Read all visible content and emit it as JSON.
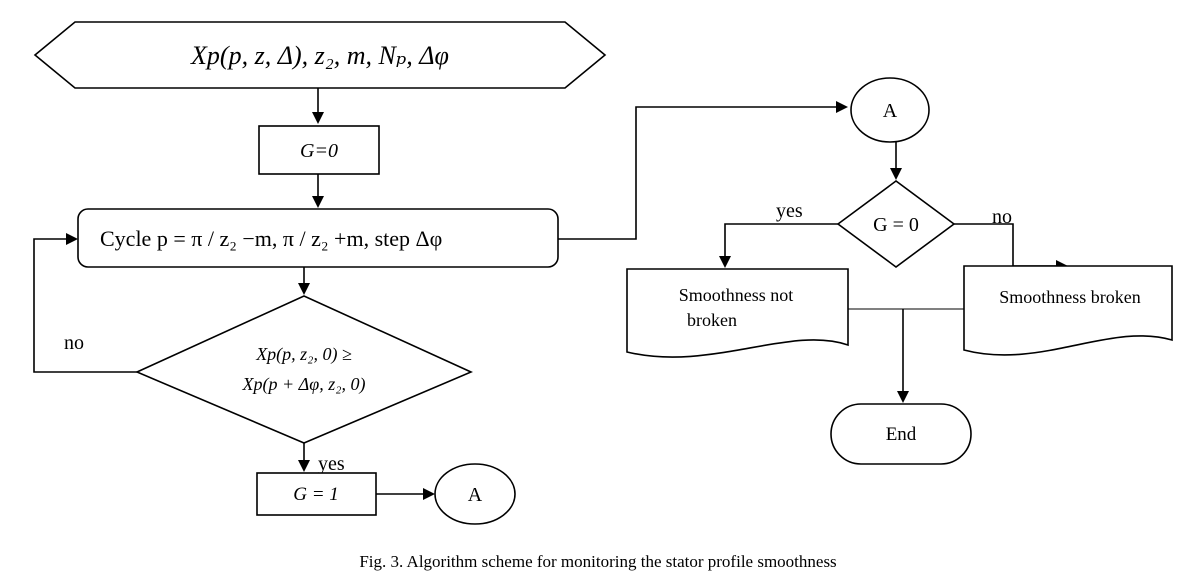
{
  "nodes": {
    "input": "Xp(p, z, Δ), z₂, m, Nₚ, Δφ",
    "init": "G=0",
    "cycle": "Cycle  p = π / z₂ −m, π / z₂ +m, step Δφ",
    "condition_line1": "Xp(p, z₂, 0) ≥",
    "condition_line2": "Xp(p + Δφ, z₂, 0)",
    "set_g1": "G = 1",
    "connector_out": "A",
    "connector_in": "A",
    "check_g": "G = 0",
    "not_broken_line1": "Smoothness not",
    "not_broken_line2": "broken",
    "broken": "Smoothness broken",
    "end": "End"
  },
  "edge_labels": {
    "cond_no": "no",
    "cond_yes": "yes",
    "check_yes": "yes",
    "check_no": "no"
  },
  "caption": "Fig. 3. Algorithm scheme for monitoring the stator profile smoothness"
}
